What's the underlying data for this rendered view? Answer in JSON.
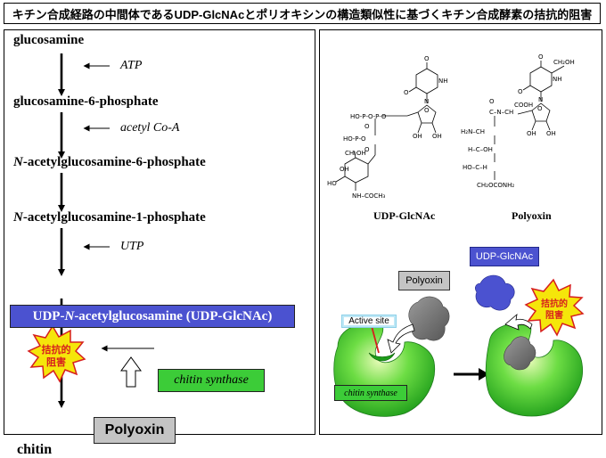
{
  "title": "キチン合成経路の中間体であるUDP-GlcNAcとポリオキシンの構造類似性に基づくキチン合成酵素の拮抗的阻害",
  "pathway": {
    "step1": "glucosamine",
    "step2": "glucosamine-6-phosphate",
    "step3_prefix": "N",
    "step3_rest": "-acetylglucosamine-6-phosphate",
    "step4_prefix": "N",
    "step4_rest": "-acetylglucosamine-1-phosphate",
    "udp_a": "UDP-",
    "udp_b": "N",
    "udp_c": "-acetylglucosamine (UDP-GlcNAc)",
    "end": "chitin"
  },
  "cofactors": {
    "c1": "ATP",
    "c2": "acetyl Co-A",
    "c3": "UTP"
  },
  "enzyme": "chitin synthase",
  "inhibitor": "Polyoxin",
  "inhibition_label_line1": "拮抗的",
  "inhibition_label_line2": "阻害",
  "structures": {
    "udp_glcnac_label": "UDP-GlcNAc",
    "polyoxin_label": "Polyoxin"
  },
  "illustration": {
    "polyoxin_tag": "Polyoxin",
    "udp_tag": "UDP-GlcNAc",
    "active_site": "Active site",
    "enzyme_tag": "chitin synthase",
    "burst_line1": "拮抗的",
    "burst_line2": "阻害"
  },
  "colors": {
    "udp_box": "#4b52d0",
    "enzyme_green": "#3ccc38",
    "burst_fill": "#f5e60a",
    "burst_text": "#d61e1e",
    "polyoxin_gray": "#c4c4c4"
  }
}
